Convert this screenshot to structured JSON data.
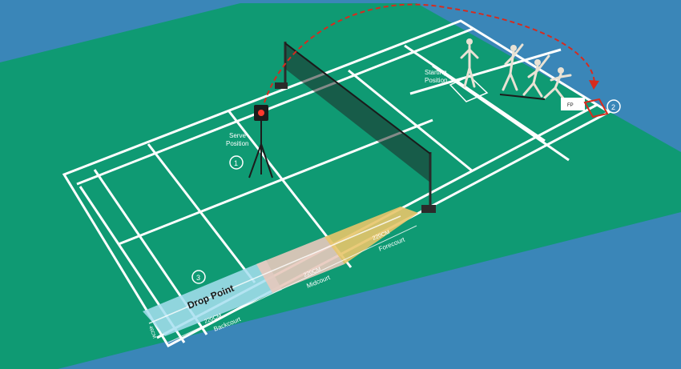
{
  "labels": {
    "serve_position_line1": "Serve",
    "serve_position_line2": "Position",
    "starting_position_line1": "Starting",
    "starting_position_line2": "Position",
    "marker_1": "1",
    "marker_2": "2",
    "marker_3": "3",
    "fp": "FP",
    "drop_point": "Drop Point",
    "backcourt_size": "220CM",
    "backcourt": "Backcourt",
    "midcourt_size": "220CM",
    "midcourt": "Midcourt",
    "forecourt_size": "220CM",
    "forecourt": "Forecourt",
    "width_size": "46CM"
  },
  "colors": {
    "outer_background": "#3a86b8",
    "court_floor": "#0f9a73",
    "court_line": "#ffffff",
    "net": "#1f2a26",
    "backcourt_zone": "#a7dff0",
    "midcourt_zone": "#e8c9bd",
    "forecourt_zone": "#e8c56a",
    "trajectory": "#d62b1e"
  }
}
